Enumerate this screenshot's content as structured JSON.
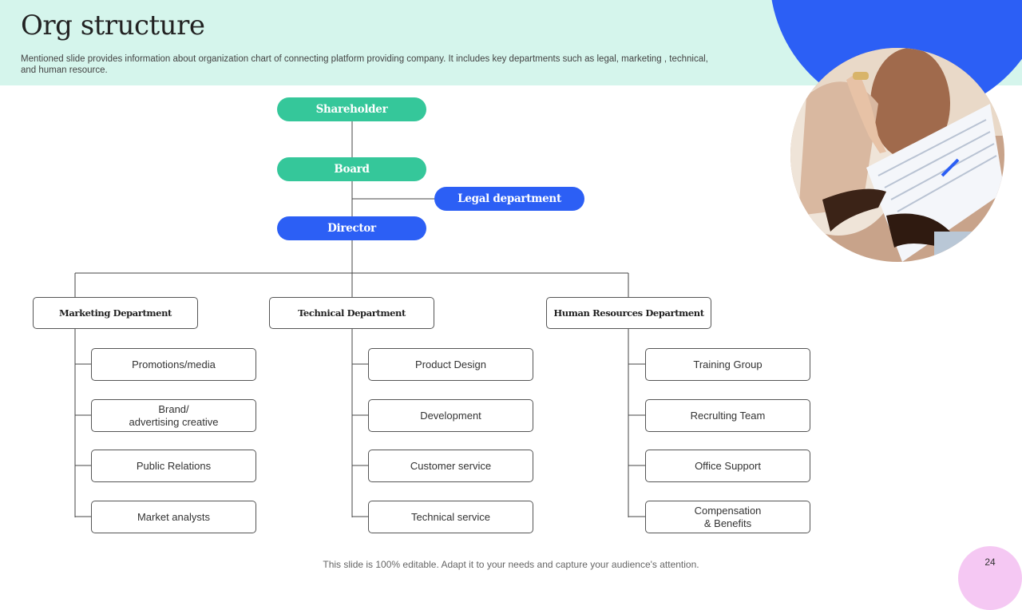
{
  "header": {
    "title": "Org structure",
    "subtitle": "Mentioned slide provides information about organization chart of connecting platform providing company. It includes key departments such as legal, marketing , technical, and human resource."
  },
  "top_chain": {
    "shareholder": "Shareholder",
    "board": "Board",
    "legal": "Legal department",
    "director": "Director"
  },
  "departments": [
    {
      "name": "Marketing Department",
      "units": [
        "Promotions/media",
        "Brand/\nadvertising  creative",
        "Public Relations",
        "Market analysts"
      ]
    },
    {
      "name": "Technical Department",
      "units": [
        "Product Design",
        "Development",
        "Customer service",
        "Technical service"
      ]
    },
    {
      "name": "Human Resources Department",
      "units": [
        "Training  Group",
        "Recrulting Team",
        "Office Support",
        "Compensation\n& Benefits"
      ]
    }
  ],
  "footer": {
    "note": "This slide is 100% editable. Adapt it to your needs and capture your audience's attention.",
    "page": "24"
  },
  "colors": {
    "header_band": "#d5f5ec",
    "green": "#35c79a",
    "blue": "#2c5ff5",
    "badge": "#f5c8f3"
  },
  "icons": {
    "photo": "team-reviewing-document-photo"
  }
}
